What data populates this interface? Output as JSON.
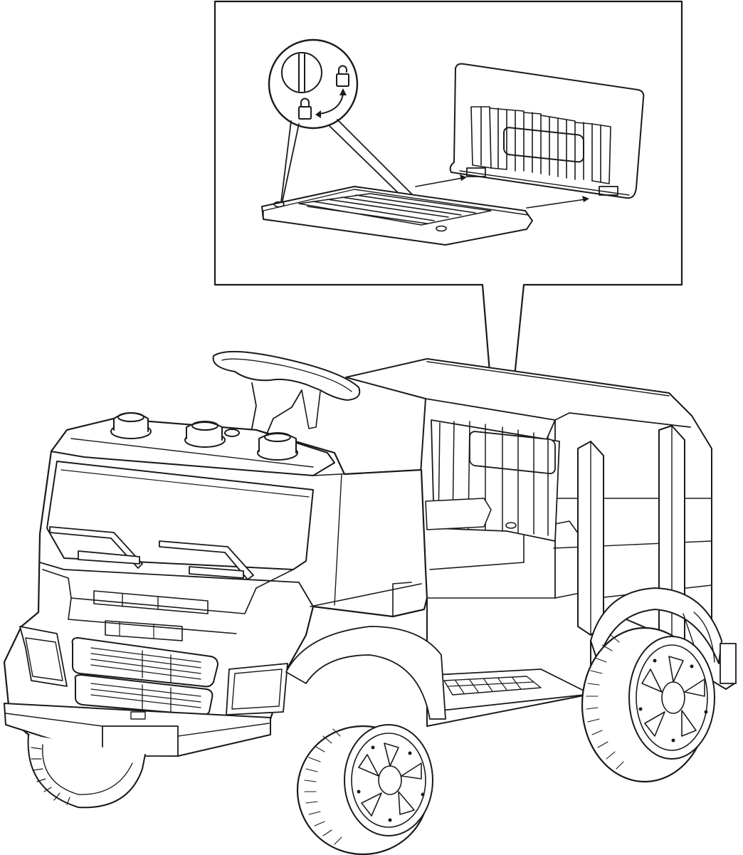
{
  "diagram": {
    "colors": {
      "line": "#1a1a1a",
      "background": "#ffffff"
    },
    "callout": {
      "lock_legend": {
        "locked_icon": "padlock-closed-icon",
        "unlocked_icon": "padlock-open-icon",
        "direction_icon": "curved-arrow-icon"
      }
    },
    "parts": [
      "seat-cushion",
      "seat-backrest",
      "ride-on-truck"
    ]
  }
}
